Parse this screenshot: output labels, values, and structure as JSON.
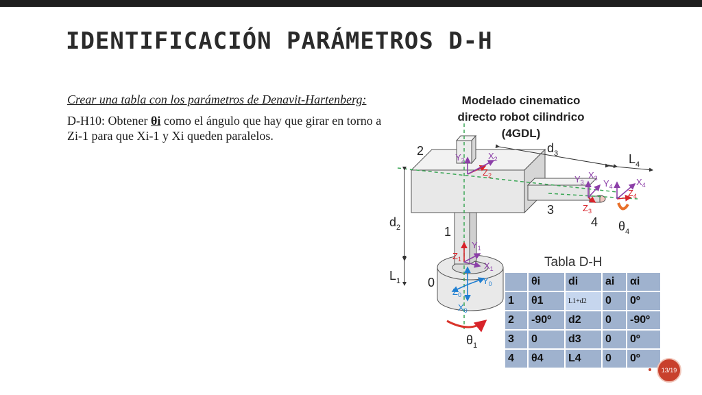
{
  "slide": {
    "title": "IDENTIFICACIÓN PARÁMETROS D-H",
    "intro": "Crear una tabla con los parámetros de Denavit-Hartenberg:",
    "dh10": {
      "prefix": "D-H10: Obtener ",
      "symbol": "θi",
      "suffix": " como el ángulo que hay que girar en torno a Zi-1 para que Xi-1 y Xi queden paralelos."
    },
    "page": "13/19"
  },
  "diagram": {
    "title_lines": [
      "Modelado cinematico",
      "directo robot cilindrico",
      "(4GDL)"
    ],
    "labels": {
      "d2": "d",
      "d2_sub": "2",
      "l1": "L",
      "l1_sub": "1",
      "d3": "d",
      "d3_sub": "3",
      "l4": "L",
      "l4_sub": "4",
      "n0": "0",
      "n1": "1",
      "n2": "2",
      "n3": "3",
      "n4": "4",
      "theta1": "θ",
      "theta1_sub": "1",
      "theta4": "θ",
      "theta4_sub": "4"
    },
    "frames": {
      "f0": {
        "z": "Z",
        "x": "X",
        "y": "Y",
        "sub": "0"
      },
      "f1": {
        "z": "Z",
        "x": "X",
        "y": "Y",
        "sub": "1"
      },
      "f2": {
        "z": "Z",
        "x": "X",
        "y": "Y",
        "sub": "2"
      },
      "f3": {
        "z": "Z",
        "x": "X",
        "y": "Y",
        "sub": "3"
      },
      "f4": {
        "z": "Z",
        "x": "X",
        "y": "Y",
        "sub": "4"
      }
    },
    "colors": {
      "red_frame": "#d8232a",
      "purple_frame": "#8c3fa8",
      "blue_frame": "#1f7fd1",
      "axis_green": "#3aa655",
      "arrow_red": "#d9342b",
      "rot_orange": "#e8702a"
    }
  },
  "table": {
    "title": "Tabla D-H",
    "headers": [
      "",
      "θi",
      "di",
      "ai",
      "αi"
    ],
    "rows": [
      [
        "1",
        "θ1",
        "L1+d2",
        "0",
        "0º"
      ],
      [
        "2",
        "-90º",
        "d2",
        "0",
        "-90º"
      ],
      [
        "3",
        "0",
        "d3",
        "0",
        "0º"
      ],
      [
        "4",
        "θ4",
        "L4",
        "0",
        "0º"
      ]
    ],
    "cell_color": "#9fb2ce"
  }
}
